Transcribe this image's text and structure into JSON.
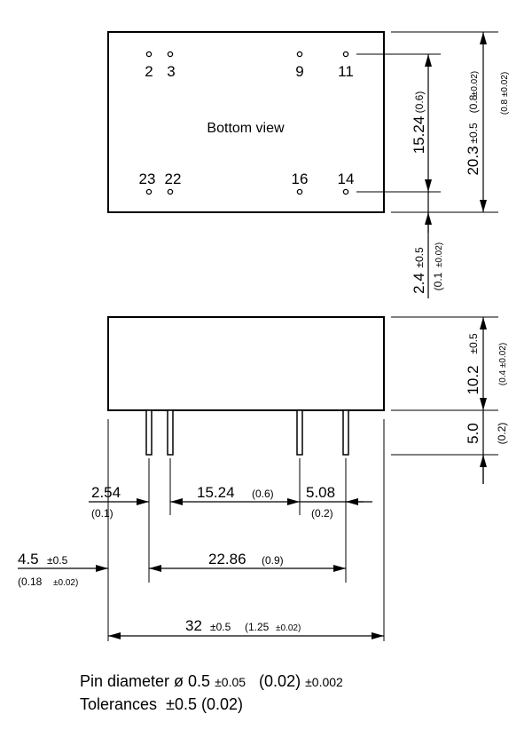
{
  "bottom_view": {
    "label": "Bottom view",
    "pins_top": [
      "2",
      "3",
      "9",
      "11"
    ],
    "pins_bottom": [
      "23",
      "22",
      "16",
      "14"
    ]
  },
  "dimensions": {
    "pin_row_spacing": {
      "value": "15.24",
      "inch": "(0.6)"
    },
    "body_width": {
      "value": "20.3",
      "tol": "±0.5",
      "inch": "(0.8",
      "inch_tol": "±0.02)",
      "inch_total": "(0.8 ±0.02)"
    },
    "pin_offset": {
      "value": "2.4",
      "tol": "±0.5",
      "inch": "(0.1",
      "inch_tol": "±0.02)"
    },
    "body_height": {
      "value": "10.2",
      "tol": "±0.5",
      "inch": "(0.4 ±0.02)"
    },
    "pin_length": {
      "value": "5.0",
      "inch": "(0.2)"
    },
    "pitch_left": {
      "value": "2.54",
      "inch": "(0.1)"
    },
    "pitch_mid": {
      "value": "15.24",
      "inch": "(0.6)"
    },
    "pitch_right": {
      "value": "5.08",
      "inch": "(0.2)"
    },
    "edge_offset": {
      "value": "4.5",
      "tol": "±0.5",
      "inch": "(0.18",
      "inch_tol": "±0.02)"
    },
    "pin_span": {
      "value": "22.86",
      "inch": "(0.9)"
    },
    "body_length": {
      "value": "32",
      "tol": "±0.5",
      "inch": "(1.25",
      "inch_tol": "±0.02)"
    }
  },
  "notes": {
    "pin_diameter_label": "Pin diameter ø 0.5",
    "pin_diameter_tol": "±0.05",
    "pin_diameter_inch": "(0.02)",
    "pin_diameter_inch_tol": "±0.002",
    "tolerances_label": "Tolerances",
    "tolerances_value": "±0.5 (0.02)"
  }
}
